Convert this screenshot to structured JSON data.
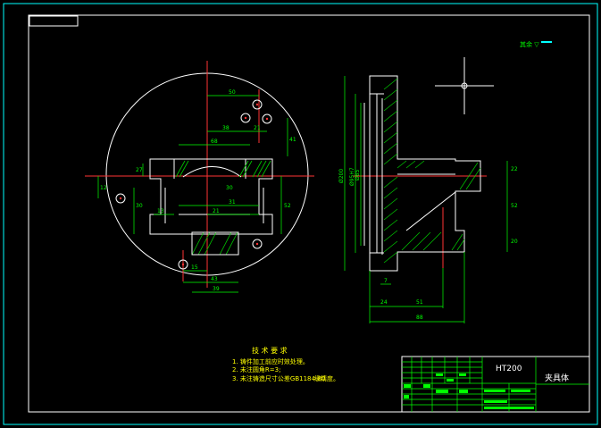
{
  "colors": {
    "background": "#000000",
    "border": "#00ffff",
    "outline": "#ffffff",
    "centerline": "#ff0000",
    "dimension": "#00ff00",
    "hatch": "#00cc00",
    "note_text": "#ffff00"
  },
  "roughness_note": "其余 ▽",
  "dims_left": {
    "d50": "50",
    "d38": "38",
    "d21a": "21",
    "d68": "68",
    "d27": "27",
    "d12": "12",
    "d30": "30",
    "d13": "13",
    "d31": "31",
    "d21b": "21",
    "d52": "52",
    "d15": "15",
    "d43": "43",
    "d39": "39",
    "d41": "41",
    "d30b": "30"
  },
  "dims_right": {
    "d22": "22",
    "d52": "52",
    "d20": "20",
    "d24": "24",
    "d51": "51",
    "d88": "88",
    "d_vertical1": "Ø200",
    "d_vertical2": "Ø95H7",
    "d_vertical3": "Ø85",
    "d7": "7"
  },
  "notes": {
    "title": "技 术 要 求",
    "item1": "1. 铸件加工前应时效处理。",
    "item2": "2. 未注圆角R=3;",
    "item3": "3. 未注铸造尺寸公差GB1184-80",
    "item3_suffix": "级精度。"
  },
  "title_block": {
    "material": "HT200",
    "part_name": "夹具体"
  }
}
